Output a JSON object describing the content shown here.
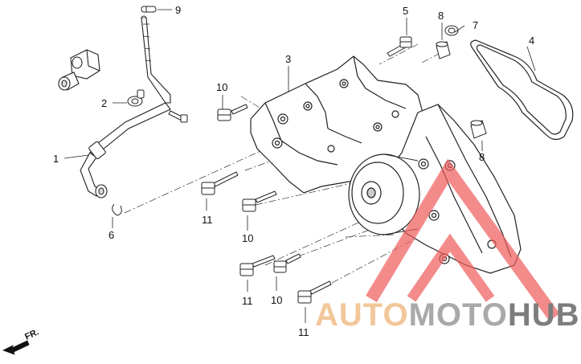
{
  "callouts": {
    "c1": "1",
    "c2": "2",
    "c3": "3",
    "c4": "4",
    "c5": "5",
    "c6": "6",
    "c7": "7",
    "c8a": "8",
    "c8b": "8",
    "c9": "9",
    "c10a": "10",
    "c10b": "10",
    "c10c": "10",
    "c11a": "11",
    "c11b": "11",
    "c11c": "11"
  },
  "direction_marker": {
    "label": "FR."
  },
  "watermark": {
    "part1": "AUTO",
    "part2": "MOTO",
    "part3": "HUB",
    "colors": {
      "auto": "#f2c79a",
      "moto": "#a9a9a9",
      "hub": "#7d7d7d",
      "logo": "#f05a5a"
    }
  }
}
